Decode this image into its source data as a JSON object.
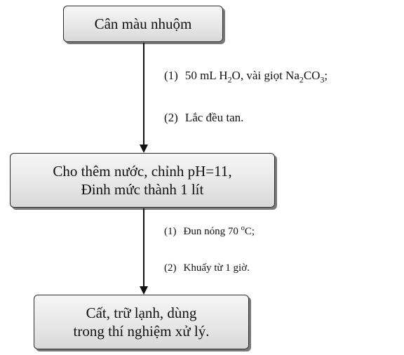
{
  "boxes": {
    "box1": {
      "text": "Cân màu nhuộm"
    },
    "box2": {
      "line1": "Cho thêm nước, chỉnh pH=11,",
      "line2": "Đinh mức thành 1 lít"
    },
    "box3": {
      "line1": "Cất, trữ lạnh, dùng",
      "line2": "trong thí nghiệm xử lý."
    }
  },
  "steps": {
    "s1": {
      "num": "(1)",
      "p1": "50 mL H",
      "sub1": "2",
      "p2": "O, vài giọt Na",
      "sub2": "2",
      "p3": "CO",
      "sub3": "3",
      "p4": ";"
    },
    "s2": {
      "num": "(2)",
      "text": "Lắc đều tan."
    },
    "s3": {
      "num": "(1)",
      "p1": "Đun nóng 70 ",
      "sup1": "o",
      "p2": "C;"
    },
    "s4": {
      "num": "(2)",
      "text": "Khuấy từ 1 giờ."
    }
  }
}
